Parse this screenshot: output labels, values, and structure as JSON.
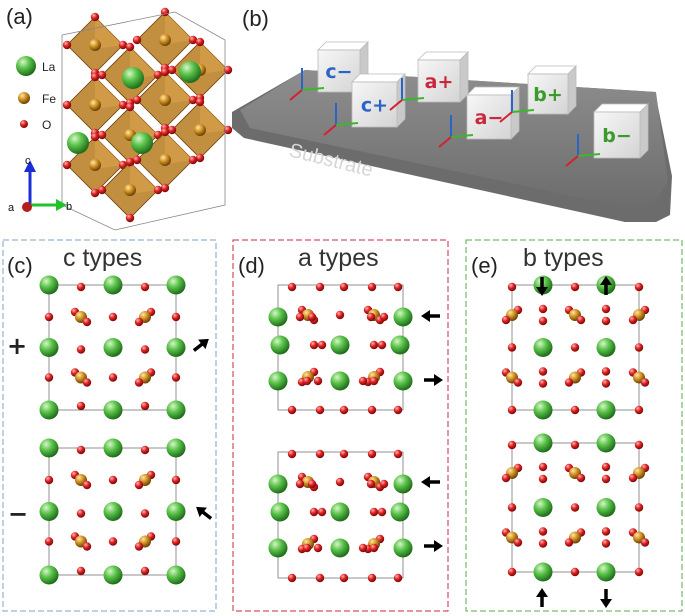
{
  "panels": {
    "a": {
      "label": "(a)"
    },
    "b": {
      "label": "(b)"
    },
    "c": {
      "label": "(c)",
      "title": "c types"
    },
    "d": {
      "label": "(d)",
      "title": "a types"
    },
    "e": {
      "label": "(e)",
      "title": "b types"
    }
  },
  "legend": [
    {
      "symbol": "La",
      "color": "#3fa33a"
    },
    {
      "symbol": "Fe",
      "color": "#c88a1e"
    },
    {
      "symbol": "O",
      "color": "#d42020"
    }
  ],
  "axes_a": {
    "c": "c",
    "a": "a",
    "b": "b"
  },
  "substrate": {
    "label": "Substrate"
  },
  "cubes": [
    {
      "label": "c−",
      "color": "#2a64c8"
    },
    {
      "label": "c+",
      "color": "#2a64c8"
    },
    {
      "label": "a+",
      "color": "#c8283a"
    },
    {
      "label": "a−",
      "color": "#c8283a"
    },
    {
      "label": "b+",
      "color": "#3a9a2a"
    },
    {
      "label": "b−",
      "color": "#3a9a2a"
    }
  ],
  "signs": {
    "plus": "+",
    "minus": "−"
  },
  "colors": {
    "c_box": "#7da3c8",
    "a_box": "#c8283a",
    "b_box": "#5aa84a",
    "octahedron": "#b77a1e",
    "arrow": "#000000"
  }
}
